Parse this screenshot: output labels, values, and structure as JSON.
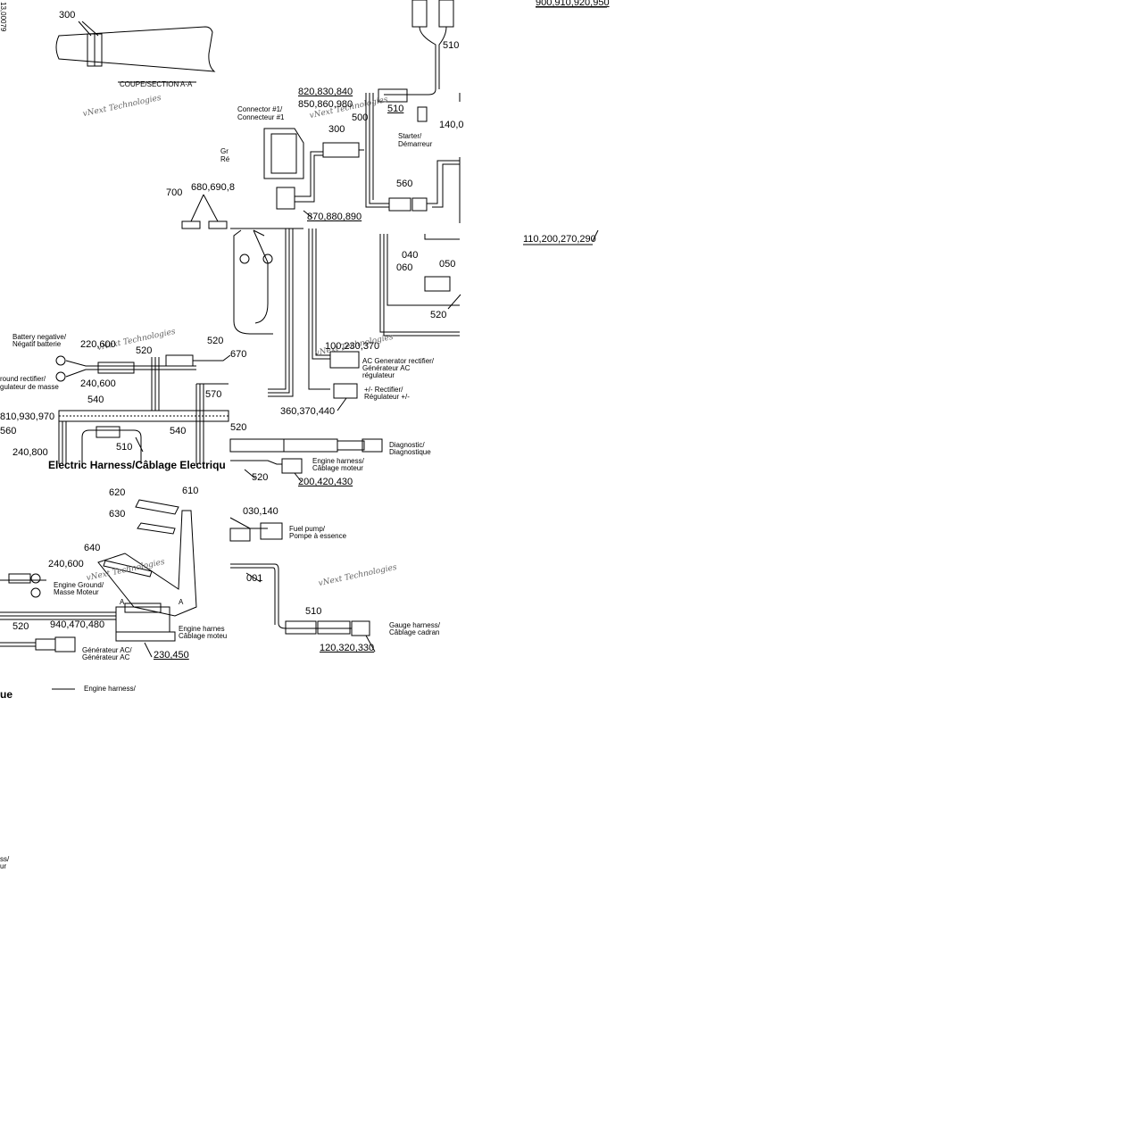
{
  "labels": {
    "c300_top": "300",
    "section": "COUPE/SECTION A-A",
    "conn1": "Connector #1/",
    "conn1b": "Connecteur #1",
    "p820": "820,830,840",
    "p850": "850,860,980",
    "p300b": "300",
    "p500": "500",
    "p510a": "510",
    "p510b": "510",
    "starter": "Starter/",
    "starterb": "Démarreur",
    "p140": "140,0",
    "p900": "900,910,920,950",
    "p560": "560",
    "p870": "870,880,890",
    "p700": "700",
    "p680": "680,690,8",
    "gr": "Gr",
    "re": "Ré",
    "p110": "110,200,270,290",
    "p040": "040",
    "p060": "060",
    "p050": "050",
    "p520a": "520",
    "batt": "Battery negative/",
    "battb": "Négatif batterie",
    "p220": "220,600",
    "p520b": "520",
    "p520c": "520",
    "p670": "670",
    "p100": "100,230,370",
    "acgen": "AC Generator rectifier/",
    "acgenb": "Générateur AC",
    "acgenc": "régulateur",
    "grect": "round rectifier/",
    "grectb": "gulateur de masse",
    "p240a": "240,600",
    "p570": "570",
    "pmrect": "+/- Rectifier/",
    "pmrectb": "Régulateur +/-",
    "p540a": "540",
    "p360": "360,370,440",
    "p810": "810,930,970",
    "p560b": "560",
    "p540b": "540",
    "p520d": "520",
    "diag": "Diagnostic/",
    "diagb": "Diagnostique",
    "p510c": "510",
    "p240b": "240,800",
    "eng1": "Engine harness/",
    "eng1b": "Câblage moteur",
    "p520e": "520",
    "p200": "200,420,430",
    "p620": "620",
    "p610": "610",
    "p630": "630",
    "p030": "030,140",
    "fuel": "Fuel pump/",
    "fuelb": "Pompe à essence",
    "p640": "640",
    "p240c": "240,600",
    "p001": "001",
    "engg": "Engine Ground/",
    "enggb": "Masse Moteur",
    "a1": "A",
    "a2": "A",
    "p510d": "510",
    "p520f": "520",
    "p940": "940,470,480",
    "eng2": "Engine harnes",
    "eng2b": "Câblage moteu",
    "gauge": "Gauge harness/",
    "gaugeb": "Câblage cadran",
    "genac": "Générateur AC/",
    "genacb": "Générateur AC",
    "p230": "230,450",
    "p120": "120,320,330",
    "ue": "ue",
    "eng3": "Engine harness/",
    "ss": "ss/",
    "ur": "ur",
    "side": "13,00079"
  },
  "title": "Electric Harness/Câblage Electriqu",
  "watermark": "vNext Technologies"
}
